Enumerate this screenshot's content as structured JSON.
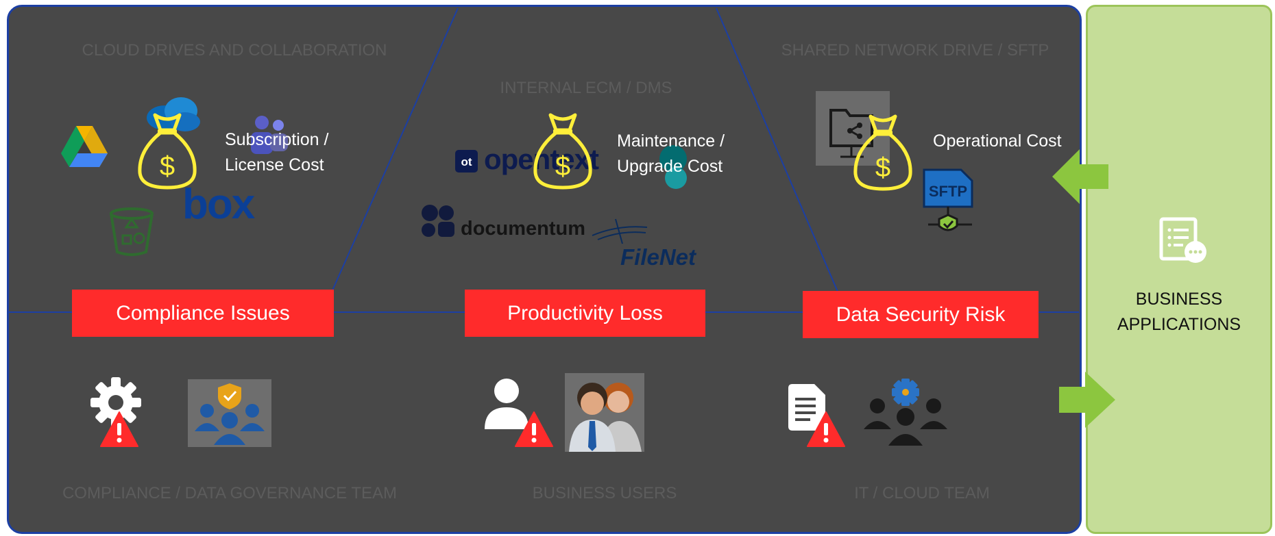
{
  "sections": {
    "cloud_drives": "CLOUD DRIVES AND COLLABORATION",
    "internal_ecm": "INTERNAL ECM / DMS",
    "shared_drive": "SHARED NETWORK DRIVE / SFTP",
    "compliance_team": "COMPLIANCE / DATA GOVERNANCE TEAM",
    "business_users": "BUSINESS USERS",
    "it_cloud_team": "IT / CLOUD TEAM"
  },
  "costs": {
    "subscription": [
      "Subscription  /",
      "License Cost"
    ],
    "maintenance": [
      "Maintenance /",
      "Upgrade Cost"
    ],
    "operational": [
      "Operational Cost"
    ]
  },
  "issues": {
    "compliance": "Compliance Issues",
    "productivity": "Productivity Loss",
    "security": "Data Security Risk"
  },
  "logos": {
    "box": "box",
    "opentext": "opentext",
    "documentum": "documentum",
    "filenet": "FileNet",
    "sftp": "SFTP"
  },
  "business_apps": [
    "BUSINESS",
    "APPLICATIONS"
  ],
  "colors": {
    "panel": "#484848",
    "border": "#1c3fa3",
    "issue_red": "#ff2b2b",
    "money_yellow": "#ffef3a",
    "arrow_green": "#8cc63f",
    "app_panel": "#c5dd98"
  }
}
